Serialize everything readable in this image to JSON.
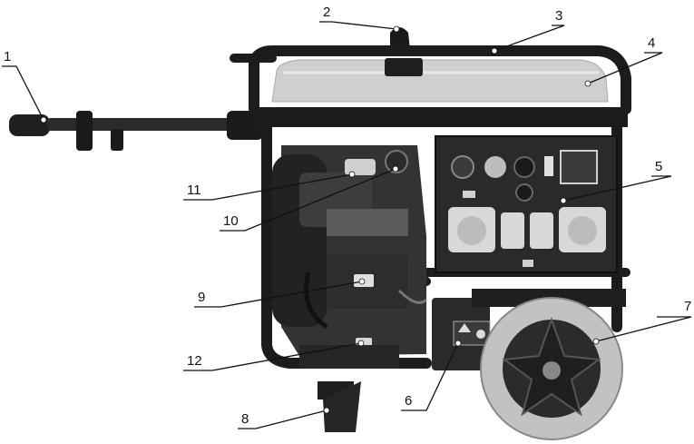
{
  "figure": {
    "colors": {
      "frame": "#1c1c1c",
      "tank": "#cfcfcf",
      "panel": "#2a2a2a",
      "socket": "#d8d8d8",
      "wheel": "#bdbdbd",
      "hub": "#2b2b2b",
      "engine": "#333333",
      "background": "#ffffff",
      "callout": "#111111"
    },
    "callouts": [
      {
        "id": "1",
        "label": "1"
      },
      {
        "id": "2",
        "label": "2"
      },
      {
        "id": "3",
        "label": "3"
      },
      {
        "id": "4",
        "label": "4"
      },
      {
        "id": "5",
        "label": "5"
      },
      {
        "id": "6",
        "label": "6"
      },
      {
        "id": "7",
        "label": "7"
      },
      {
        "id": "8",
        "label": "8"
      },
      {
        "id": "9",
        "label": "9"
      },
      {
        "id": "10",
        "label": "10"
      },
      {
        "id": "11",
        "label": "11"
      },
      {
        "id": "12",
        "label": "12"
      }
    ]
  }
}
